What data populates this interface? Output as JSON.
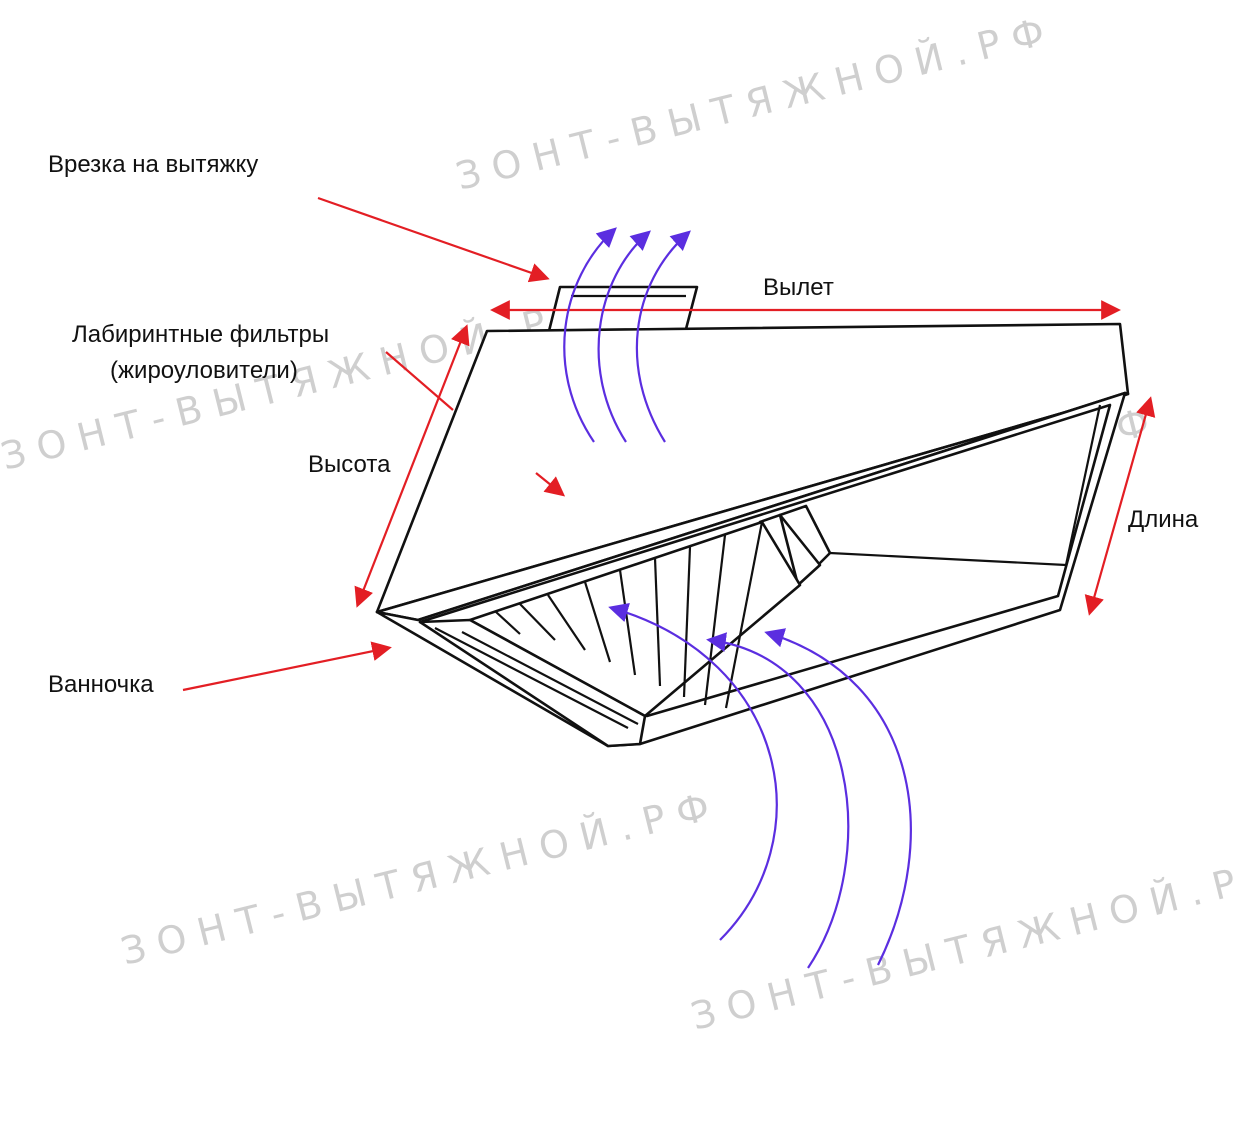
{
  "labels": {
    "vrezka": "Врезка на вытяжку",
    "filters_line1": "Лабиринтные фильтры",
    "filters_line2": "(жироуловители)",
    "vysota": "Высота",
    "vannochka": "Ванночка",
    "vylet": "Вылет",
    "dlina": "Длина"
  },
  "watermark": "ЗОНТ-ВЫТЯЖНОЙ.РФ",
  "colors": {
    "outline": "#111111",
    "dimension_arrows": "#e31e24",
    "airflow_arrows": "#5b2ee0",
    "watermark": "#cfcfcf"
  }
}
